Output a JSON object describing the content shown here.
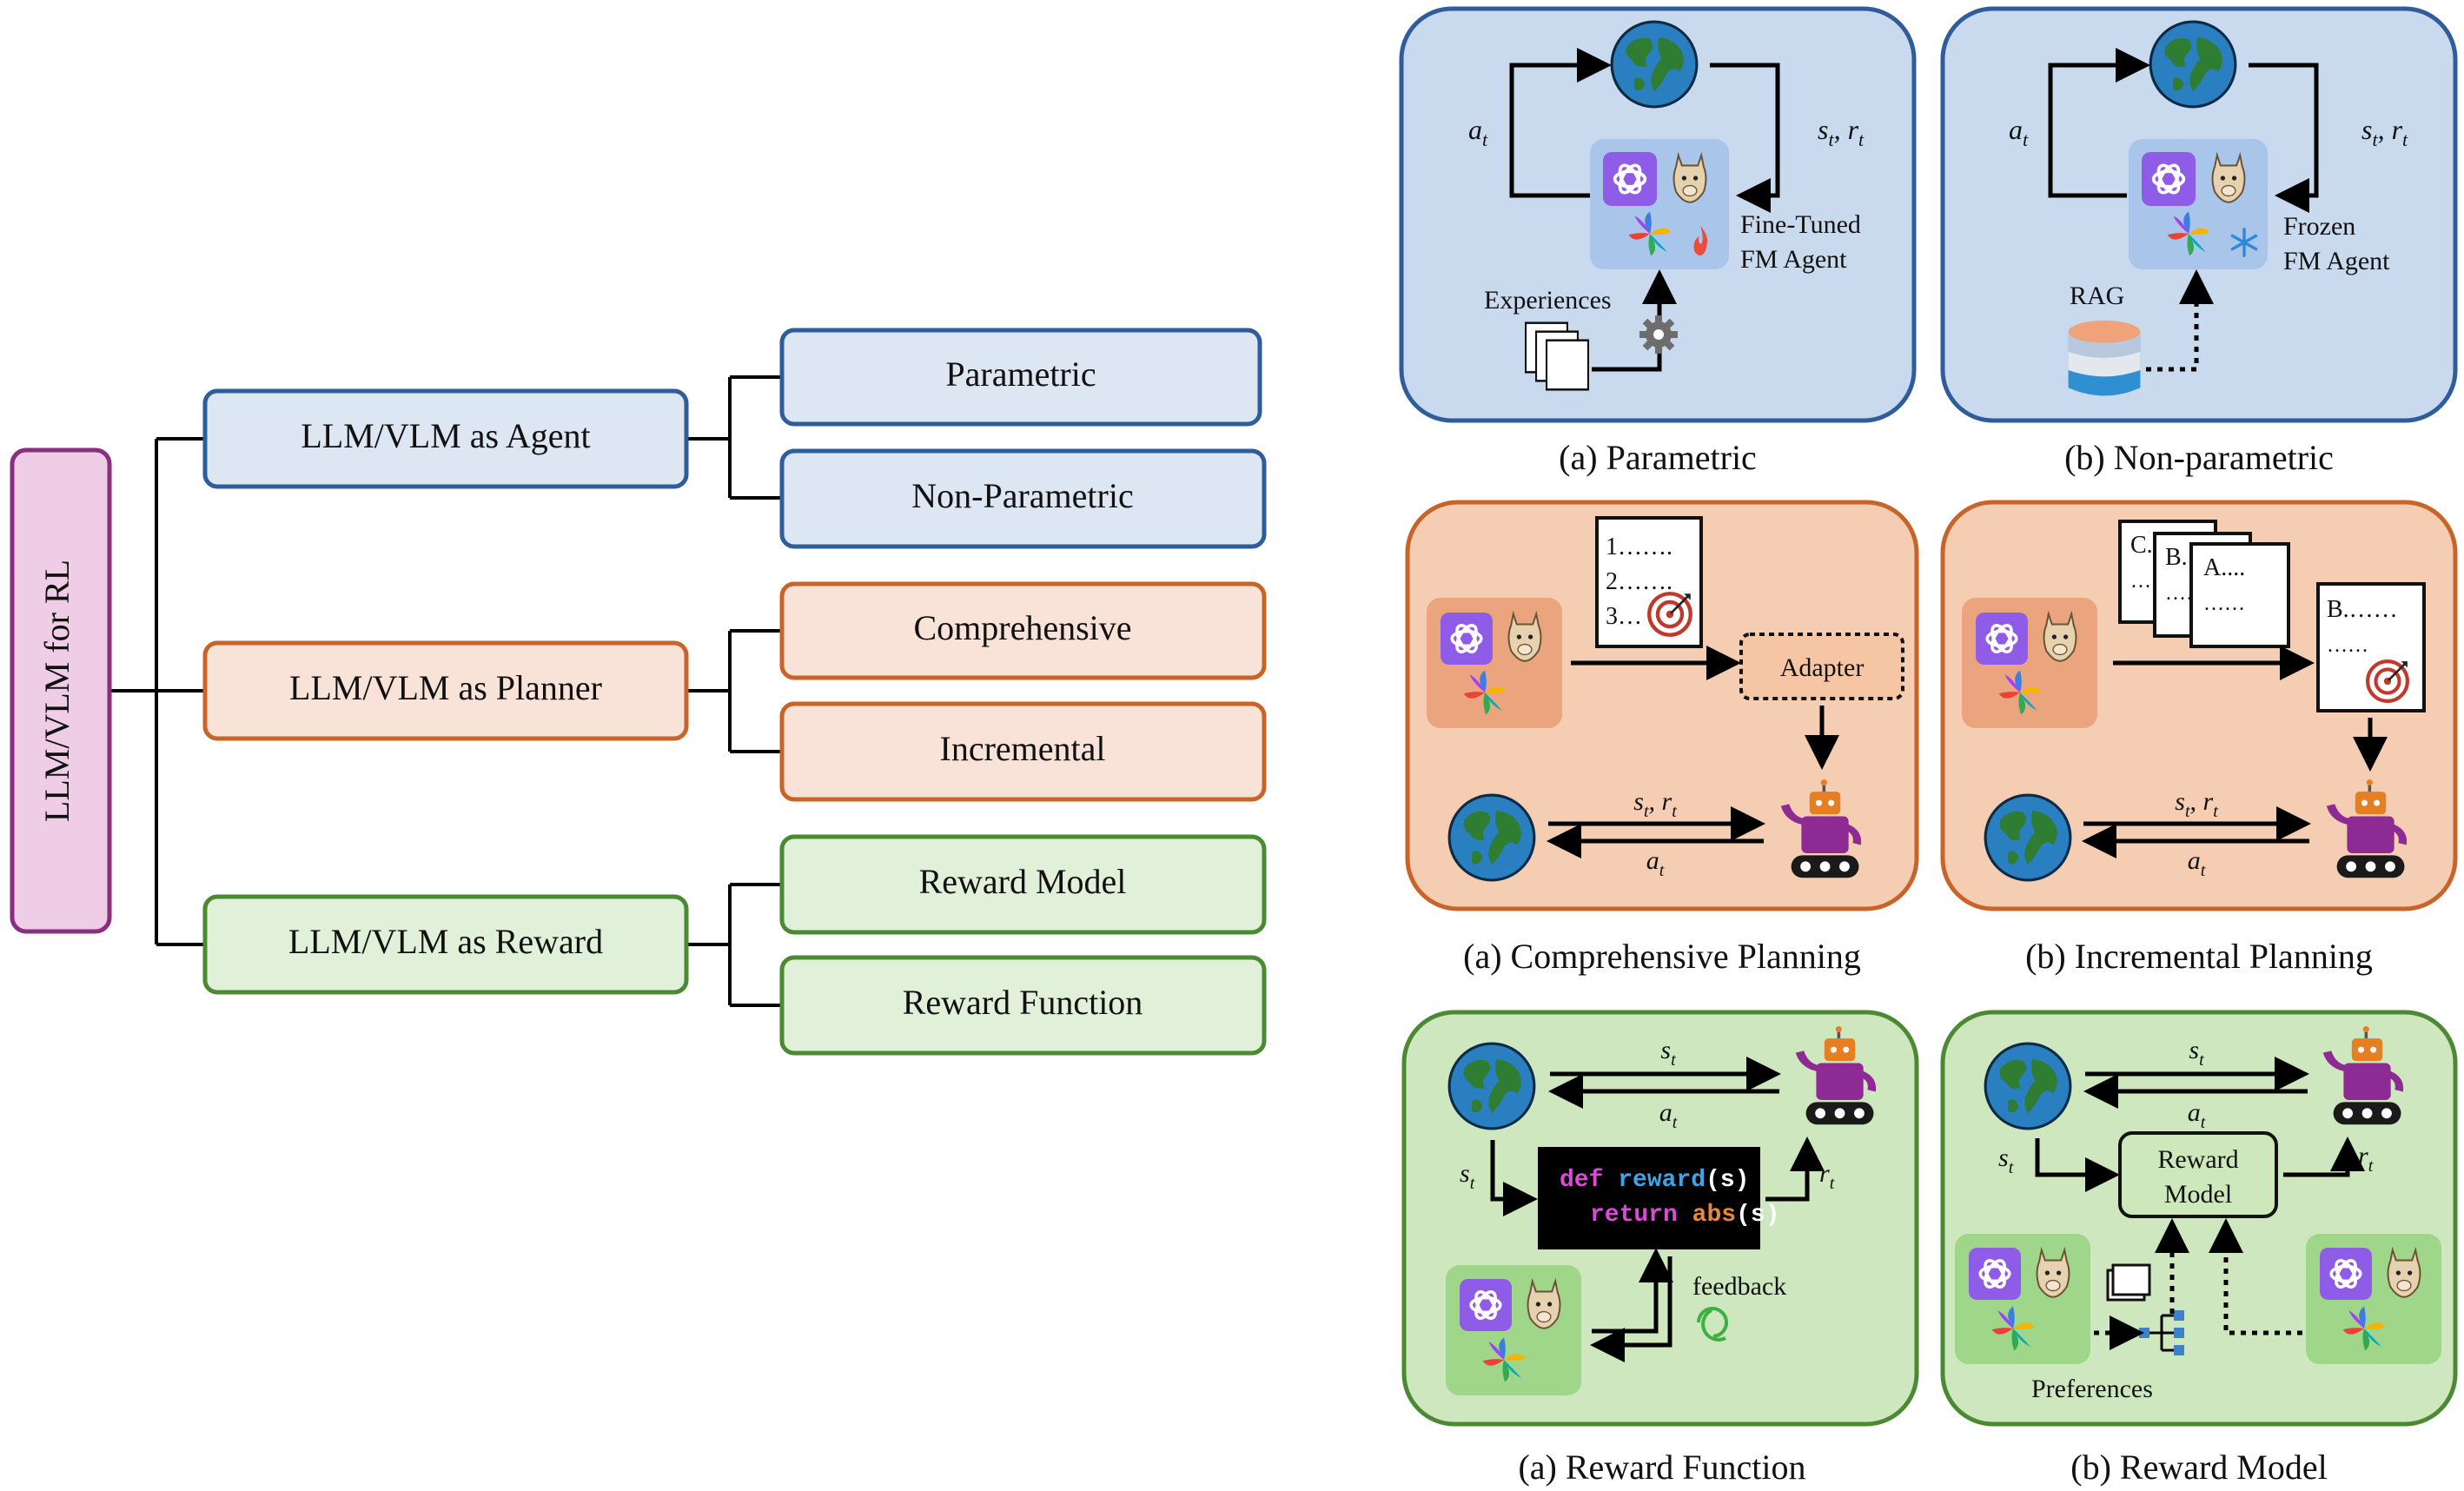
{
  "taxonomy": {
    "root": "LLM/VLM for RL",
    "branches": [
      {
        "label": "LLM/VLM as Agent",
        "children": [
          "Parametric",
          "Non-Parametric"
        ],
        "color": "#2f5d9b",
        "fill": "#dde7f3"
      },
      {
        "label": "LLM/VLM as Planner",
        "children": [
          "Comprehensive",
          "Incremental"
        ],
        "color": "#c8642a",
        "fill": "#f9e3d8"
      },
      {
        "label": "LLM/VLM as Reward",
        "children": [
          "Reward Model",
          "Reward Function"
        ],
        "color": "#4b8a33",
        "fill": "#e1f1d9"
      }
    ],
    "root_color": "#8a2f7f",
    "root_fill": "#f0cde7"
  },
  "panels": {
    "agent_parametric": {
      "caption": "(a) Parametric",
      "action": "a",
      "action_sub": "t",
      "state_reward": "s",
      "sr_sub1": "t",
      "sr_sep": ", r",
      "sr_sub2": "t",
      "agent_line1": "Fine-Tuned",
      "agent_line2": "FM Agent",
      "experiences": "Experiences"
    },
    "agent_nonparametric": {
      "caption": "(b) Non-parametric",
      "action": "a",
      "action_sub": "t",
      "state_reward": "s",
      "sr_sub1": "t",
      "sr_sep": ", r",
      "sr_sub2": "t",
      "agent_line1": "Frozen",
      "agent_line2": "FM Agent",
      "rag": "RAG"
    },
    "planner_comprehensive": {
      "caption": "(a) Comprehensive Planning",
      "list1": "1…….",
      "list2": "2…….",
      "list3": "3…",
      "adapter": "Adapter",
      "sr": "s",
      "sr_sub1": "t",
      "sr_sep": ", r",
      "sr_sub2": "t",
      "action": "a",
      "action_sub": "t"
    },
    "planner_incremental": {
      "caption": "(b) Incremental Planning",
      "doc_c": "C.",
      "doc_b": "B.",
      "doc_a": "A....",
      "dots": "……",
      "plan_b": "B.……",
      "plan_dots": "……",
      "sr": "s",
      "sr_sub1": "t",
      "sr_sep": ", r",
      "sr_sub2": "t",
      "action": "a",
      "action_sub": "t"
    },
    "reward_function": {
      "caption": "(a) Reward Function",
      "state": "s",
      "state_sub": "t",
      "action": "a",
      "action_sub": "t",
      "reward": "r",
      "reward_sub": "t",
      "code_def": "def",
      "code_fn": "reward",
      "code_arg": "(s)",
      "code_return": "return",
      "code_abs": "abs",
      "code_arg2": "(s)",
      "feedback": "feedback"
    },
    "reward_model": {
      "caption": "(b) Reward Model",
      "state": "s",
      "state_sub": "t",
      "action": "a",
      "action_sub": "t",
      "reward": "r",
      "reward_sub": "t",
      "model_line1": "Reward",
      "model_line2": "Model",
      "preferences": "Preferences"
    }
  }
}
